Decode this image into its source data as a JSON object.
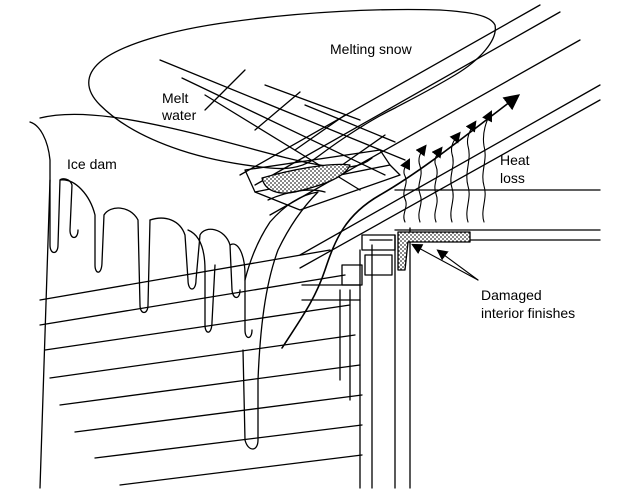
{
  "labels": {
    "melting_snow": "Melting snow",
    "melt_water": [
      "Melt",
      "water"
    ],
    "ice_dam": "Ice dam",
    "heat_loss": [
      "Heat",
      "loss"
    ],
    "damaged_finishes": [
      "Damaged",
      "interior finishes"
    ]
  },
  "colors": {
    "ink": "#000000",
    "paper": "#ffffff",
    "hatch": "#555555"
  }
}
